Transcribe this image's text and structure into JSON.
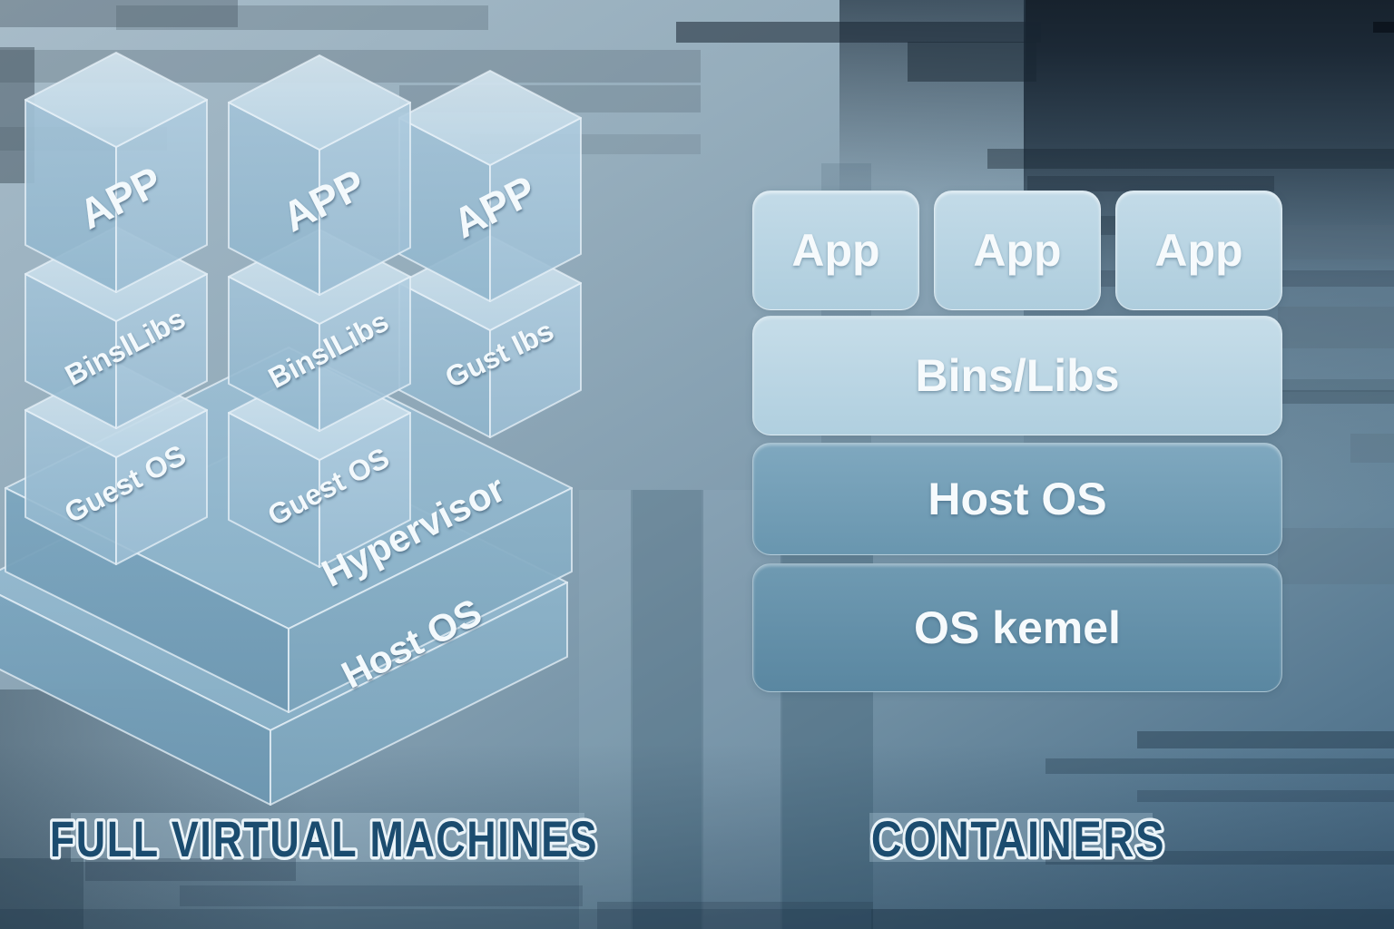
{
  "left_diagram": {
    "caption": "FULL VIRTUAL MACHINES",
    "columns": [
      {
        "app": "APP",
        "middle": "BinslLibs",
        "bottom": "Guest OS"
      },
      {
        "app": "APP",
        "middle": "BinslLibs",
        "bottom": "Guest OS"
      },
      {
        "app": "APP",
        "middle": "Gust Ibs"
      }
    ],
    "hypervisor": "Hypervisor",
    "host_os": "Host OS"
  },
  "right_diagram": {
    "caption": "CONTAINERS",
    "apps": [
      "App",
      "App",
      "App"
    ],
    "layers": [
      "Bins/Libs",
      "Host OS",
      "OS kemel"
    ]
  },
  "colors": {
    "caption_fill": "#1b4c6f",
    "caption_outline": "#eaf3f8",
    "box_text": "#f3f9fc",
    "light_box_top": "#c3dbe8",
    "light_box_bottom": "#aecddd",
    "host_layer_top": "#7fa8bf",
    "host_layer_bottom": "#6996af",
    "kernel_layer_top": "#6f9ab2",
    "kernel_layer_bottom": "#5a87a1",
    "dark_top_block": "#17222d"
  }
}
